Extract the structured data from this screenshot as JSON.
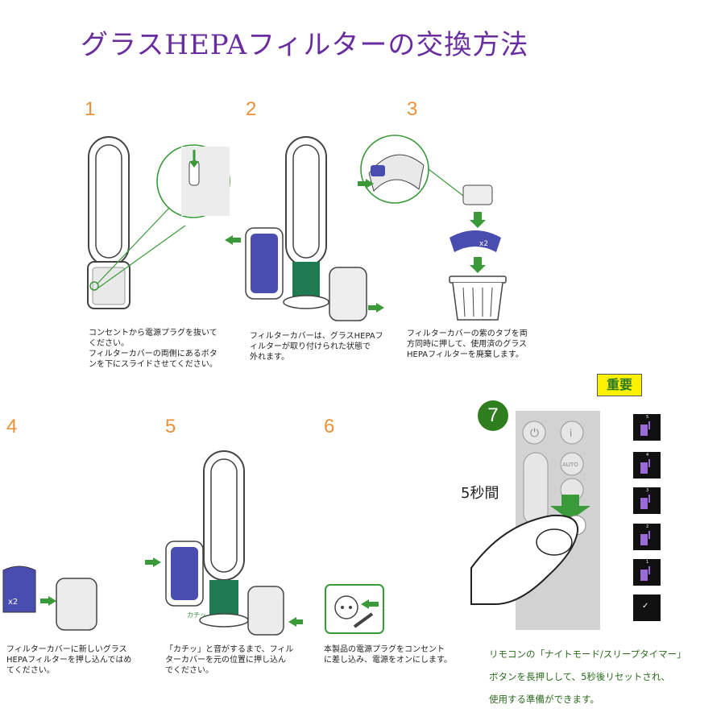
{
  "title": "グラスHEPAフィルターの交換方法",
  "steps": [
    {
      "num": "1",
      "caption": "コンセントから電源プラグを抜いて\nください。\nフィルターカバーの両側にあるボタ\nンを下にスライドさせてください。"
    },
    {
      "num": "2",
      "caption": "フィルターカバーは、グラスHEPAフ\nィルターが取り付けられた状態で\n外れます。"
    },
    {
      "num": "3",
      "caption": "フィルターカバーの紫のタブを両\n方同時に押して、使用済のグラス\nHEPAフィルターを廃棄します。"
    },
    {
      "num": "4",
      "caption": "フィルターカバーに新しいグラス\nHEPAフィルターを押し込んではめ\nてください。"
    },
    {
      "num": "5",
      "caption": "「カチッ」と音がするまで、フィル\nターカバーを元の位置に押し込ん\nでください。"
    },
    {
      "num": "6",
      "caption": "本製品の電源プラグをコンセント\nに差し込み、電源をオンにします。"
    }
  ],
  "labels": {
    "x2": "x2",
    "click": "カチッ"
  },
  "step7": {
    "important": "重要",
    "num": "7",
    "seconds": "5秒間",
    "note_lines": [
      "リモコンの「ナイトモード/スリープタイマー」",
      "ボタンを長押しして、5秒後リセットされ、",
      "使用する準備ができます。"
    ],
    "remote_auto": "AUTO",
    "countdown": [
      "5",
      "4",
      "3",
      "2",
      "1",
      "✓"
    ]
  },
  "colors": {
    "title": "#6a2da0",
    "step_number": "#e8903a",
    "green": "#3a9a3a",
    "filter_cover": "#4a4db0",
    "filter_core": "#1f7a52",
    "note": "#2c6a1e"
  }
}
